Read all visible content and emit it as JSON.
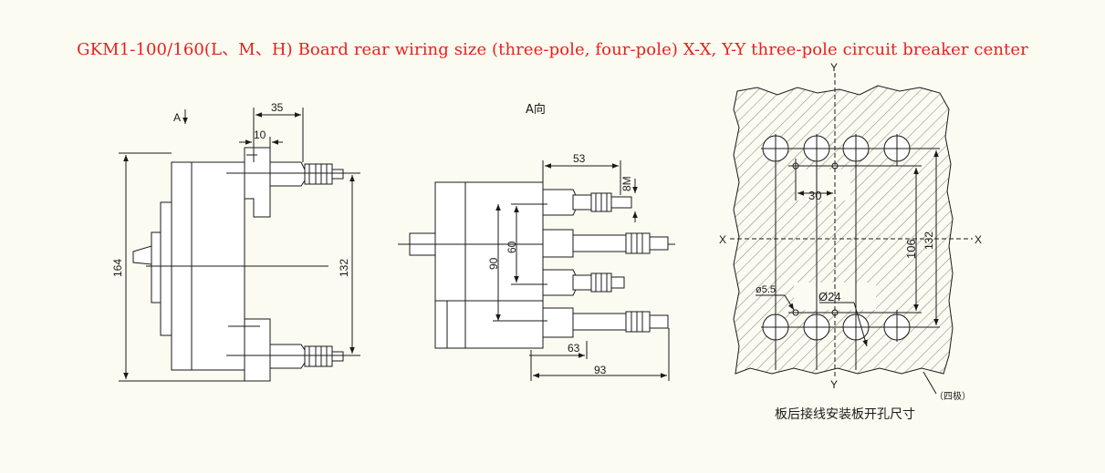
{
  "title": "GKM1-100/160(L、M、H) Board rear wiring size (three-pole, four-pole) X-X, Y-Y three-pole circuit breaker center",
  "side_view": {
    "view_marker": "A",
    "dims": {
      "d35": "35",
      "d10": "10",
      "d164": "164",
      "d132": "132"
    }
  },
  "top_view": {
    "caption": "A向",
    "dims": {
      "d53": "53",
      "d8m": "8M",
      "d60": "60",
      "d90": "90",
      "d63": "63",
      "d93": "93"
    }
  },
  "panel_view": {
    "axis_y_top": "Y",
    "axis_y_bottom": "Y",
    "axis_x_left": "X",
    "axis_x_right": "X",
    "dims": {
      "d30": "30",
      "d106": "106",
      "d132": "132",
      "d5_5": "ø5.5",
      "d24": "Ø24"
    },
    "four_pole_note": "（四极）",
    "caption": "板后接线安装板开孔尺寸"
  }
}
